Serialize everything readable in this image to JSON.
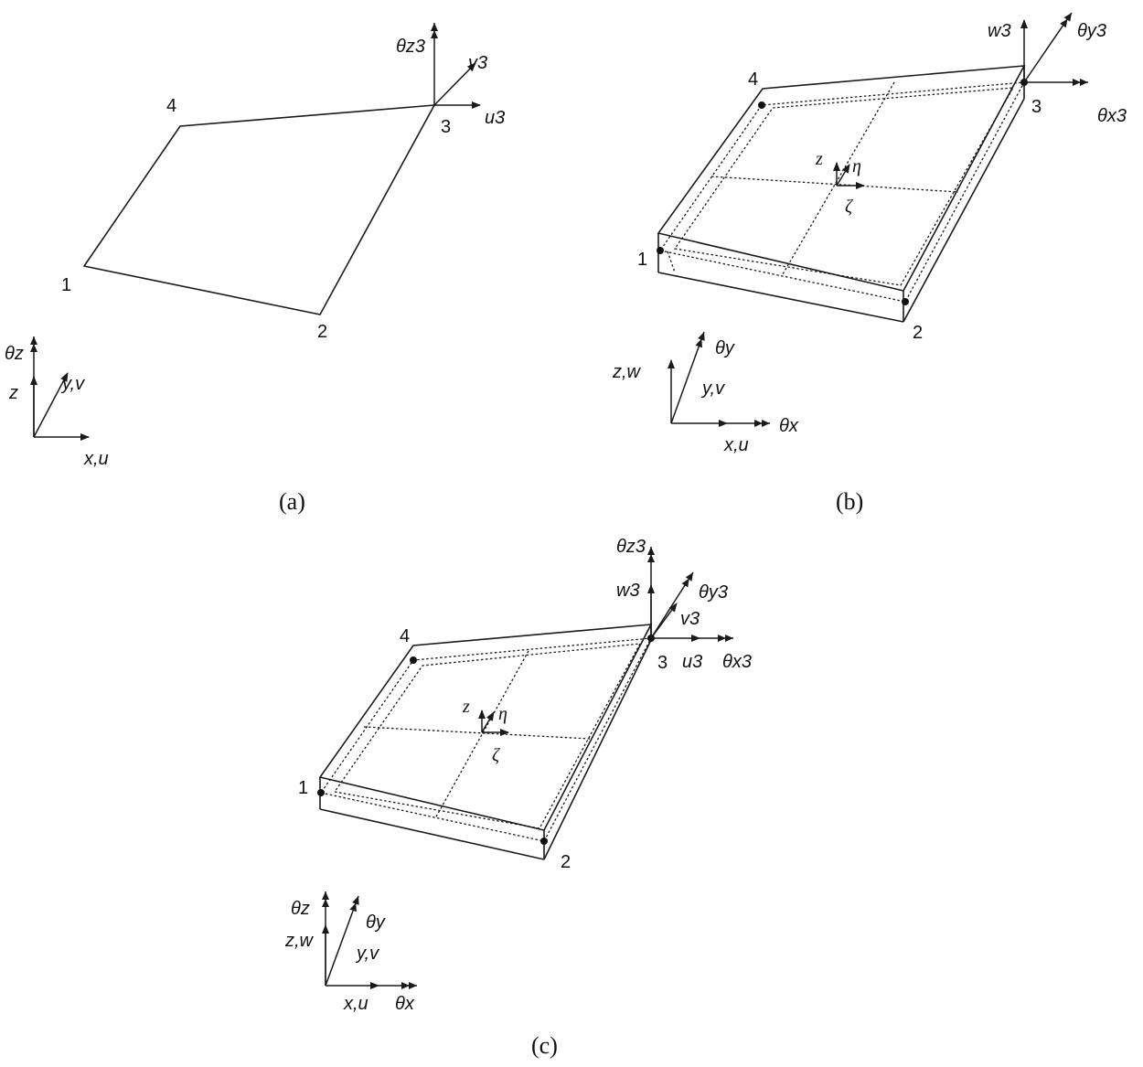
{
  "captions": {
    "a": "(a)",
    "b": "(b)",
    "c": "(c)"
  },
  "panel_a": {
    "node_labels": [
      "1",
      "2",
      "3",
      "4"
    ],
    "node3_dofs": {
      "theta_z3": "θz3",
      "v3": "v3",
      "u3": "u3"
    },
    "global_axes": {
      "theta_z": "θz",
      "z": "z",
      "y_v": "y,v",
      "x_u": "x,u"
    }
  },
  "panel_b": {
    "node_labels": [
      "1",
      "2",
      "3",
      "4"
    ],
    "node3_dofs": {
      "w3": "w3",
      "theta_y3": "θy3",
      "theta_x3": "θx3"
    },
    "local_axes": {
      "z": "z",
      "eta": "η",
      "zeta": "ζ"
    },
    "global_axes": {
      "z_w": "z,w",
      "theta_y": "θy",
      "y_v": "y,v",
      "x_u": "x,u",
      "theta_x": "θx"
    }
  },
  "panel_c": {
    "node_labels": [
      "1",
      "2",
      "3",
      "4"
    ],
    "node3_dofs": {
      "theta_z3": "θz3",
      "w3": "w3",
      "theta_y3": "θy3",
      "v3": "v3",
      "u3": "u3",
      "theta_x3": "θx3"
    },
    "local_axes": {
      "z": "z",
      "eta": "η",
      "zeta": "ζ"
    },
    "global_axes": {
      "theta_z": "θz",
      "z_w": "z,w",
      "theta_y": "θy",
      "y_v": "y,v",
      "x_u": "x,u",
      "theta_x": "θx"
    }
  }
}
